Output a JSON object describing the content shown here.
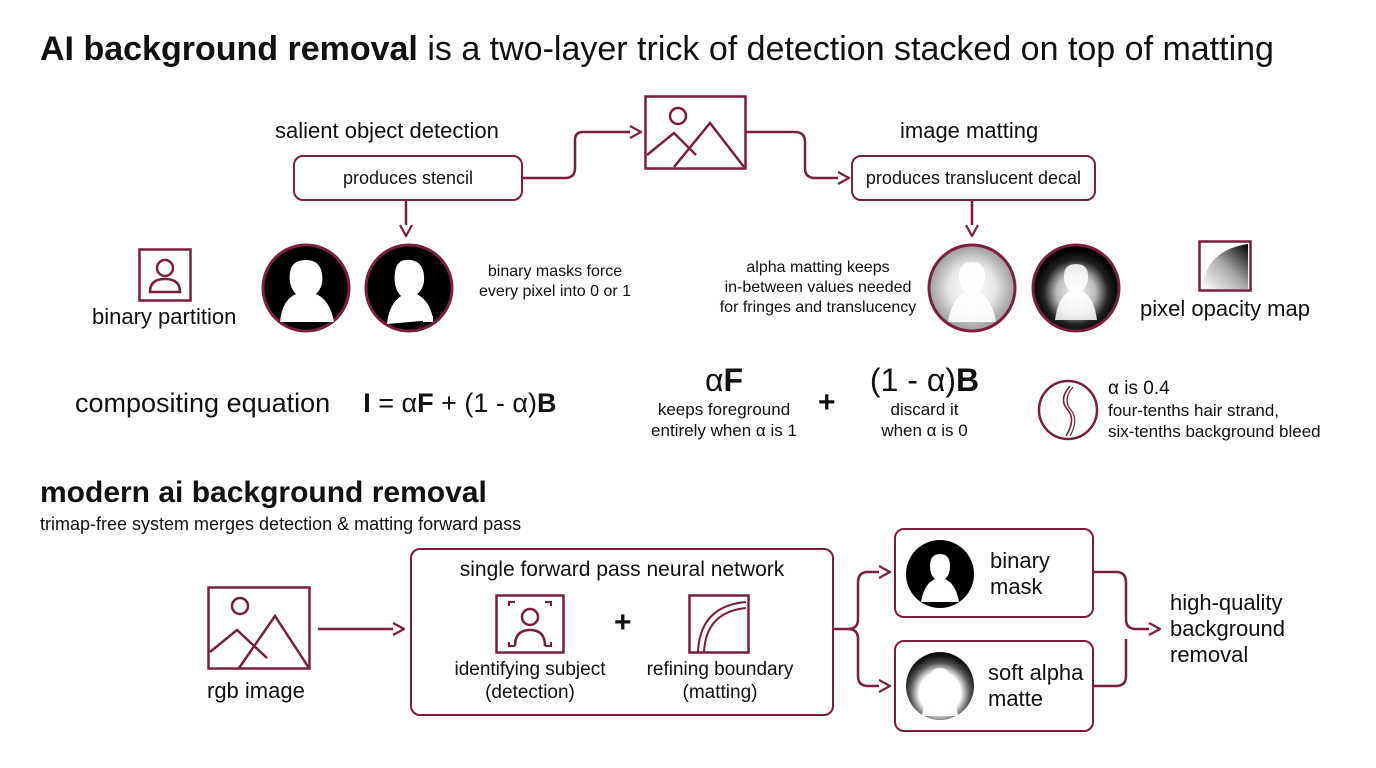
{
  "title": {
    "bold": "AI background removal",
    "rest": " is a two-layer trick of detection stacked on top of matting"
  },
  "detection": {
    "heading": "salient object detection",
    "box": "produces stencil"
  },
  "matting": {
    "heading": "image matting",
    "box": "produces translucent decal"
  },
  "binary_partition": "binary partition",
  "binary_note": [
    "binary masks force",
    "every pixel into 0 or 1"
  ],
  "alpha_note": [
    "alpha matting keeps",
    "in-between values needed",
    "for fringes and translucency"
  ],
  "opacity_map": "pixel opacity map",
  "equation": {
    "label": "compositing equation",
    "I": "I",
    "eq": " = α",
    "F": "F",
    "mid": " + (1 - α)",
    "B": "B",
    "term1_prefix": "α",
    "term1_bold": "F",
    "term1_desc": [
      "keeps foreground",
      "entirely when α is 1"
    ],
    "plus": "+",
    "term2_prefix": "(1 - α)",
    "term2_bold": "B",
    "term2_desc": [
      "discard it",
      "when α is 0"
    ]
  },
  "hair_note": [
    "α is 0.4",
    "four-tenths hair strand,",
    "six-tenths background bleed"
  ],
  "modern": {
    "heading": "modern ai background removal",
    "subheading": "trimap-free system merges detection & matting forward pass",
    "input": "rgb image",
    "network": "single forward pass neural network",
    "subject": [
      "identifying subject",
      "(detection)"
    ],
    "plus": "+",
    "boundary": [
      "refining boundary",
      "(matting)"
    ],
    "out1": [
      "binary",
      "mask"
    ],
    "out2": [
      "soft alpha",
      "matte"
    ],
    "result": [
      "high-quality",
      "background",
      "removal"
    ]
  },
  "colors": {
    "accent": "#7a1f3d",
    "ink": "#111111"
  }
}
